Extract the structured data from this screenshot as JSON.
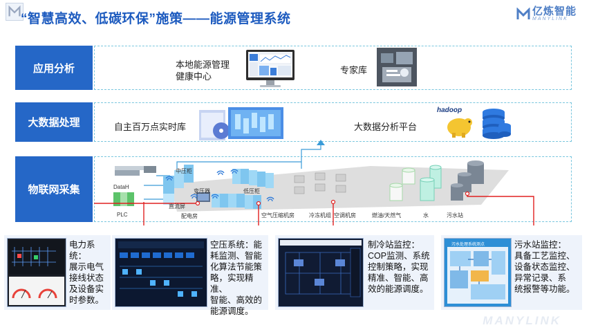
{
  "header": {
    "title": "“智慧高效、低碳环保”施策——能源管理系统",
    "brand_cn": "亿炼智能",
    "brand_en": "MANYLINK"
  },
  "layers": [
    {
      "label": "应用分析",
      "items": [
        "本地能源管理\n健康中心",
        "专家库"
      ]
    },
    {
      "label": "大数据处理",
      "items": [
        "自主百万点实时库",
        "大数据分析平台"
      ]
    },
    {
      "label": "物联网采集",
      "items": []
    }
  ],
  "iot_labels": {
    "datasrv": "DataH",
    "plc": "PLC",
    "zhongya": "中压柜",
    "bianya": "变压器",
    "diya": "低压柜",
    "zhiliu": "直流屏",
    "peidian": "配电房",
    "kongya": "空气压缩机房",
    "lengdong": "冷冻机组",
    "kongtiao": "空调机房",
    "ranyou": "燃油/天然气",
    "shui": "水",
    "wushui": "污水站"
  },
  "cards": [
    {
      "text": "电力系统：\n展示电气\n接线状态\n及设备实\n时参数。"
    },
    {
      "text": "空压系统：能\n耗监测、智能\n化算法节能策\n略，实现精准、\n智能、高效的\n能源调度。"
    },
    {
      "text": "制冷站监控：\nCOP监测、系统\n控制策略，实现\n精准、智能、高\n效的能源调度。"
    },
    {
      "text": "污水站监控：\n具备工艺监控、\n设备状态监控、\n异常记录、系\n统报警等功能。"
    }
  ],
  "card4_shot_title": "污水处理系统测点",
  "hadoop_label": "hadoop",
  "watermark": "MANYLINK",
  "colors": {
    "title": "#1d5bbf",
    "label_bg": "#2567c7",
    "dashed": "#78c6de",
    "connector": "#e02020",
    "platform": "#dcdcdc"
  }
}
